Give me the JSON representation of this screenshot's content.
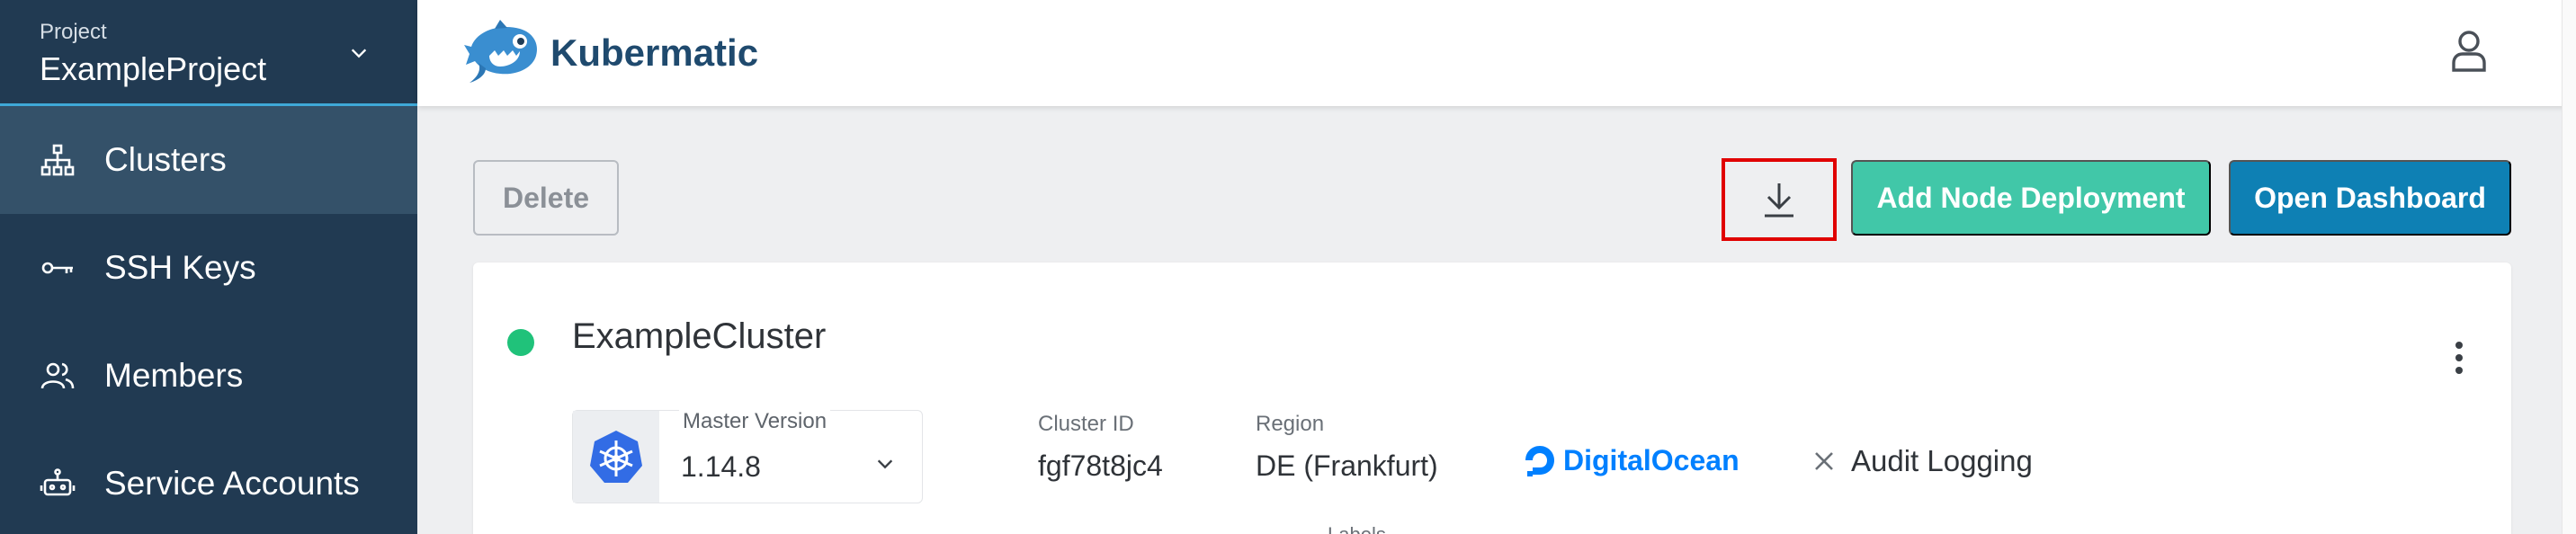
{
  "sidebar": {
    "project_label": "Project",
    "project_name": "ExampleProject",
    "items": [
      {
        "label": "Clusters",
        "icon": "clusters-icon",
        "active": true
      },
      {
        "label": "SSH Keys",
        "icon": "key-icon",
        "active": false
      },
      {
        "label": "Members",
        "icon": "members-icon",
        "active": false
      },
      {
        "label": "Service Accounts",
        "icon": "robot-icon",
        "active": false
      }
    ]
  },
  "header": {
    "brand": "Kubermatic"
  },
  "toolbar": {
    "delete_label": "Delete",
    "download_icon": "download-icon",
    "add_node_label": "Add Node Deployment",
    "open_dashboard_label": "Open Dashboard"
  },
  "cluster": {
    "name": "ExampleCluster",
    "status_color": "#20c27a",
    "master_version_label": "Master Version",
    "master_version": "1.14.8",
    "cluster_id_label": "Cluster ID",
    "cluster_id": "fgf78t8jc4",
    "region_label": "Region",
    "region": "DE (Frankfurt)",
    "provider": "DigitalOcean",
    "audit_logging_label": "Audit Logging",
    "labels_hint": "Labels"
  },
  "colors": {
    "sidebar_bg": "#213a52",
    "sidebar_active": "#345169",
    "accent_green": "#41c7a8",
    "accent_blue": "#0e80b4",
    "highlight": "#e00000"
  }
}
